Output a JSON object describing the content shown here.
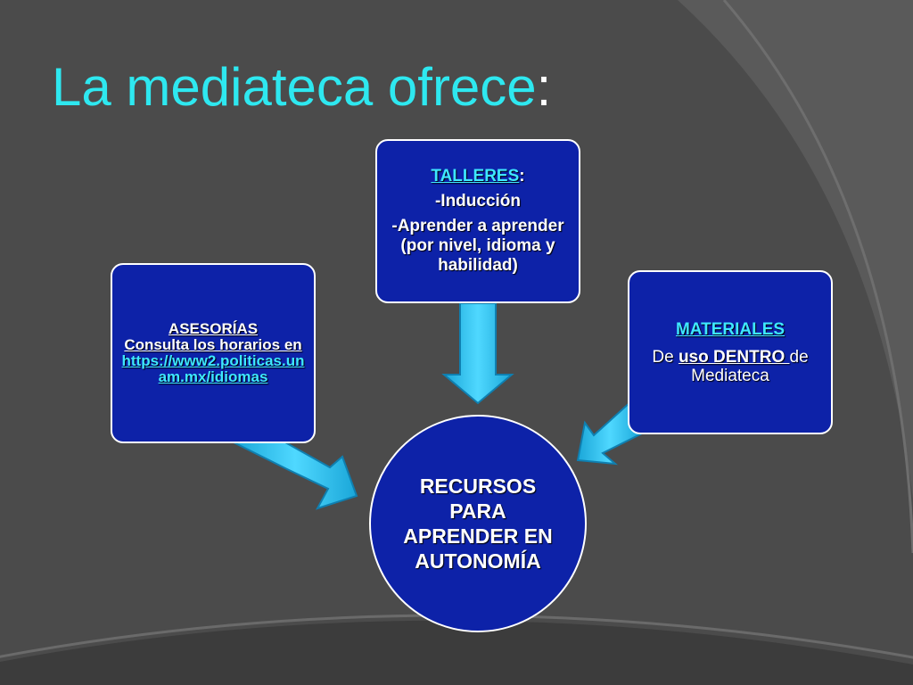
{
  "slide": {
    "title": "La mediateca ofrece",
    "title_colon": ":"
  },
  "center": {
    "text": "RECURSOS PARA APRENDER EN AUTONOMÍA"
  },
  "talleres": {
    "heading": "TALLERES",
    "heading_suffix": ":",
    "line1": "-Inducción",
    "line2": "-Aprender a aprender (por nivel, idioma y habilidad)"
  },
  "asesorias": {
    "heading": "ASESORÍAS",
    "line1": "Consulta los horarios en",
    "url": "https://www2.politicas.unam.mx/idiomas"
  },
  "materiales": {
    "heading": "MATERIALES",
    "text_prefix": "De ",
    "text_emphasis": "uso DENTRO ",
    "text_suffix": "de Mediateca"
  },
  "colors": {
    "background": "#454545",
    "title": "#2ee8f0",
    "box_fill": "#0d22a8",
    "link": "#3ee8ff",
    "arrow": "#2bc4f0"
  }
}
